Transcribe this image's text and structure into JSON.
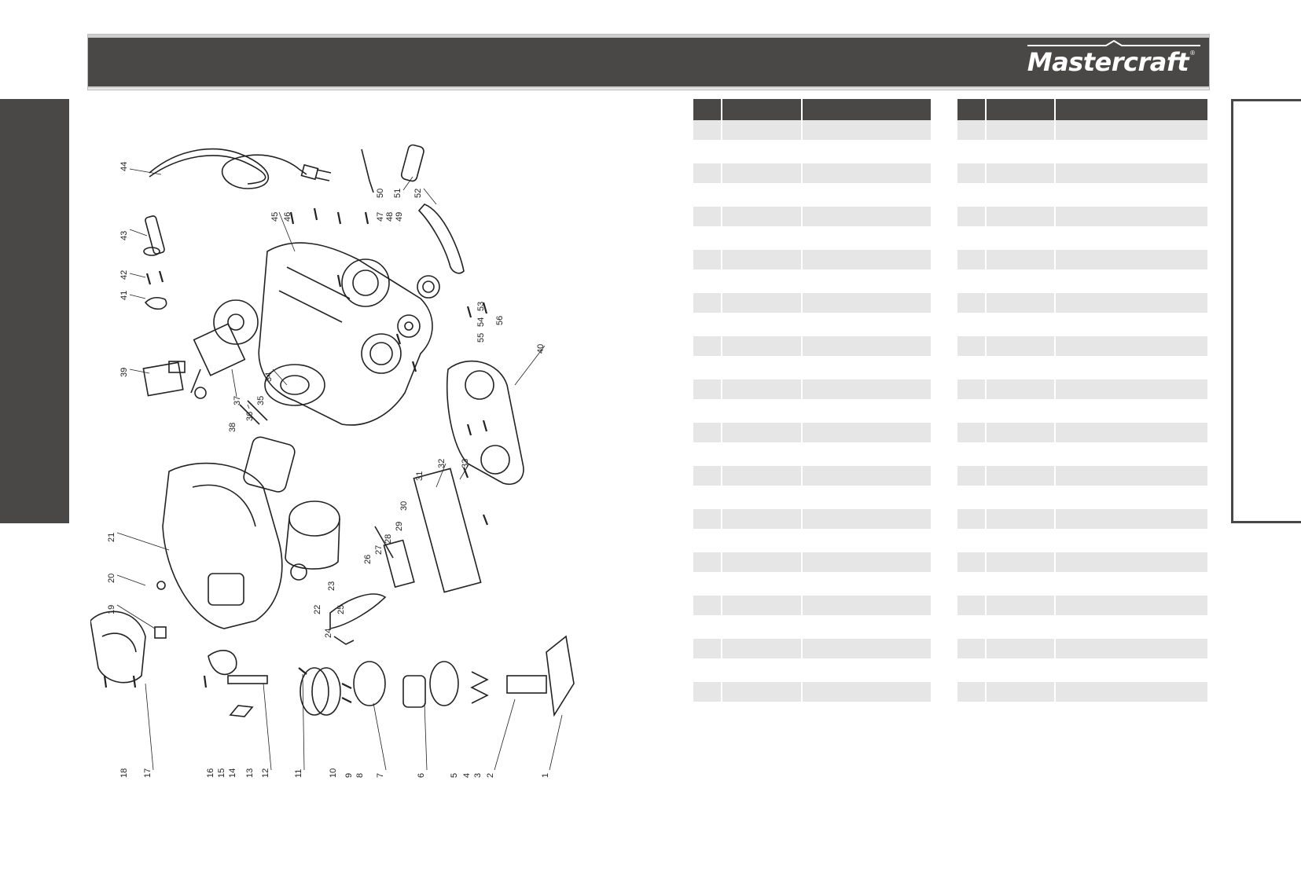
{
  "brand": {
    "name": "Mastercraft",
    "trademark": "®"
  },
  "diagram": {
    "callouts": [
      "1",
      "2",
      "3",
      "4",
      "5",
      "6",
      "7",
      "8",
      "9",
      "10",
      "11",
      "12",
      "13",
      "14",
      "15",
      "16",
      "17",
      "18",
      "19",
      "20",
      "21",
      "22",
      "23",
      "24",
      "25",
      "26",
      "27",
      "28",
      "29",
      "30",
      "31",
      "32",
      "33",
      "34",
      "35",
      "36",
      "37",
      "38",
      "39",
      "40",
      "41",
      "42",
      "43",
      "44",
      "45",
      "46",
      "47",
      "48",
      "49",
      "50",
      "51",
      "52",
      "53",
      "54",
      "55",
      "56"
    ]
  },
  "parts_list_left": {
    "headers": [
      "",
      "",
      ""
    ],
    "rows": 14
  },
  "parts_list_right": {
    "headers": [
      "",
      "",
      ""
    ],
    "rows": 14
  }
}
